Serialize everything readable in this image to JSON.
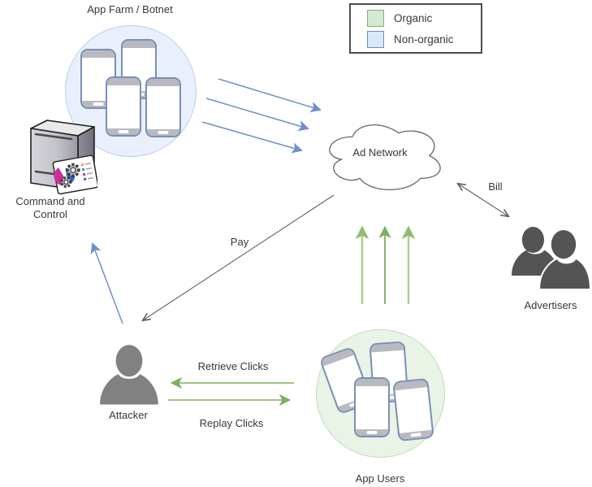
{
  "nodes": {
    "app_farm": {
      "label": "App Farm / Botnet"
    },
    "command_and_control": {
      "label_line1": "Command and",
      "label_line2": "Control"
    },
    "ad_network": {
      "label": "Ad Network"
    },
    "advertisers": {
      "label": "Advertisers"
    },
    "attacker": {
      "label": "Attacker"
    },
    "app_users": {
      "label": "App Users"
    }
  },
  "legend": {
    "items": [
      {
        "label": "Organic",
        "fill": "#d5e8d4",
        "border": "#82b366"
      },
      {
        "label": "Non-organic",
        "fill": "#dae8fc",
        "border": "#6c8ebf"
      }
    ]
  },
  "edge_labels": {
    "bill": "Bill",
    "pay": "Pay",
    "retrieve_clicks": "Retrieve Clicks",
    "replay_clicks": "Replay Clicks"
  },
  "colors": {
    "organic_arrow": "#7fae5c",
    "organic_arrow_light": "#a8cf92",
    "non_organic_arrow": "#6e8fc9",
    "neutral_arrow": "#5d5d5d",
    "app_farm_circle_fill": "#e9f0fc",
    "app_users_circle_fill": "#e9f3e6",
    "person_attacker": "#818181",
    "person_advertisers": "#545454"
  }
}
